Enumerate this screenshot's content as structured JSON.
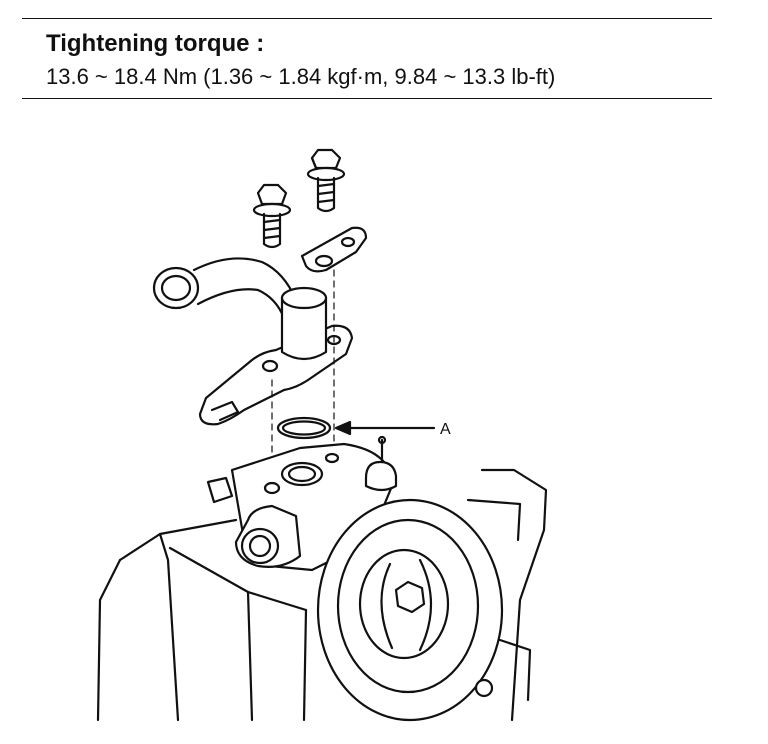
{
  "spec": {
    "title": "Tightening torque :",
    "value": "13.6 ~ 18.4 Nm (1.36 ~ 1.84 kgf·m, 9.84 ~ 13.3 lb-ft)"
  },
  "diagram": {
    "callout_a": "A"
  }
}
